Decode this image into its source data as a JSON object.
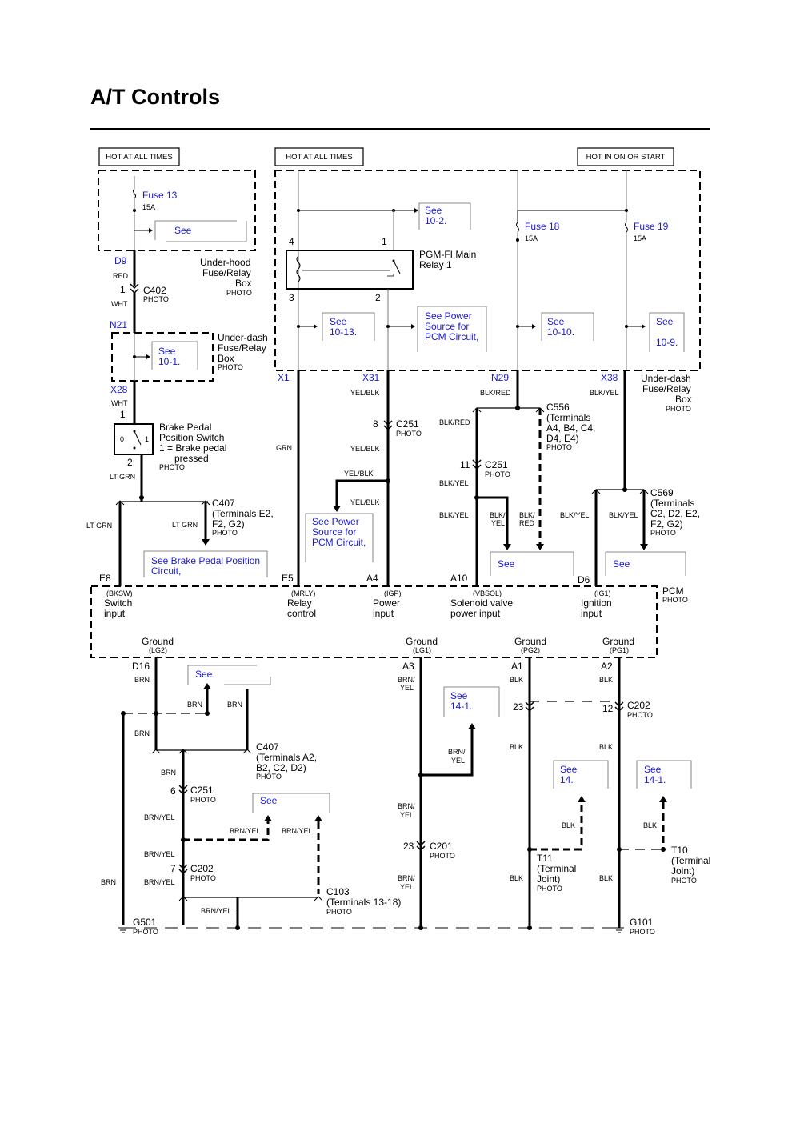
{
  "title": "A/T Controls",
  "hot_labels": {
    "left": "HOT AT ALL TIMES",
    "mid": "HOT AT ALL TIMES",
    "right": "HOT IN ON OR START"
  },
  "photo": "PHOTO",
  "fuses": {
    "f13": {
      "name": "Fuse 13",
      "amp": "15A"
    },
    "f18": {
      "name": "Fuse 18",
      "amp": "15A"
    },
    "f19": {
      "name": "Fuse 19",
      "amp": "15A"
    }
  },
  "refs": {
    "see": "See",
    "see_10_2": [
      "See",
      "10-2."
    ],
    "see_10_1": [
      "See",
      "10-1."
    ],
    "see_10_13": [
      "See",
      "10-13."
    ],
    "see_ps_top": [
      "See Power",
      "Source for",
      "PCM Circuit,"
    ],
    "see_10_10": [
      "See",
      "10-10."
    ],
    "see_10_9": [
      "See",
      "10-9."
    ],
    "see_ps_mid": [
      "See Power",
      "Source for",
      "PCM Circuit,"
    ],
    "see_bpp": [
      "See Brake Pedal Position",
      "Circuit,"
    ],
    "see_14_1_mid": [
      "See",
      "14-1."
    ],
    "see_14": [
      "See",
      "14."
    ],
    "see_14_1_right": [
      "See",
      "14-1."
    ]
  },
  "boxes": {
    "underhood": [
      "Under-hood",
      "Fuse/Relay",
      "Box"
    ],
    "underdash_left": [
      "Under-dash",
      "Fuse/Relay",
      "Box"
    ],
    "underdash_right": [
      "Under-dash",
      "Fuse/Relay",
      "Box"
    ],
    "relay": [
      "PGM-FI Main",
      "Relay 1"
    ],
    "brake_switch": [
      "Brake Pedal",
      "Position Switch",
      "1 = Brake pedal",
      "pressed"
    ],
    "pcm": "PCM"
  },
  "terminals": {
    "d9": "D9",
    "n21": "N21",
    "x28": "X28",
    "x1": "X1",
    "x31": "X31",
    "n29": "N29",
    "x38": "X38",
    "e8": "E8",
    "e5": "E5",
    "a4": "A4",
    "a10": "A10",
    "d6": "D6",
    "d16": "D16",
    "a3": "A3",
    "a1": "A1",
    "a2": "A2",
    "r4": "4",
    "r1": "1",
    "r3": "3",
    "r2": "2",
    "c402_1": "1",
    "sw_1": "1",
    "sw_2": "2",
    "c251_8": "8",
    "c251_11": "11",
    "c251_6": "6",
    "c202_7": "7",
    "c201_23": "23",
    "c202_23": "23",
    "c202_12": "12",
    "sw_0": "0",
    "sw_1b": "1"
  },
  "connectors": {
    "c402": "C402",
    "c251": "C251",
    "c556": [
      "C556",
      "(Terminals",
      "A4, B4, C4,",
      "D4, E4)"
    ],
    "c407_top": [
      "C407",
      "(Terminals E2,",
      "F2, G2)"
    ],
    "c569": [
      "C569",
      "(Terminals",
      "C2, D2, E2,",
      "F2, G2)"
    ],
    "c407_bot": [
      "C407",
      "(Terminals A2,",
      "B2, C2, D2)"
    ],
    "c202": "C202",
    "c201": "C201",
    "c103": [
      "C103",
      "(Terminals 13-18)"
    ],
    "t11": [
      "T11",
      "(Terminal",
      "Joint)"
    ],
    "t10": [
      "T10",
      "(Terminal",
      "Joint)"
    ],
    "g501": "G501",
    "g101": "G101"
  },
  "wires": {
    "red": "RED",
    "wht": "WHT",
    "grn": "GRN",
    "yel_blk": "YEL/BLK",
    "blk_red": "BLK/RED",
    "blk_yel": "BLK/YEL",
    "lt_grn": "LT GRN",
    "blk_yel_split": [
      "BLK/",
      "YEL"
    ],
    "blk_red_split": [
      "BLK/",
      "RED"
    ],
    "brn": "BRN",
    "brn_yel": "BRN/YEL",
    "brn_yel_split": [
      "BRN/",
      "YEL"
    ],
    "blk": "BLK"
  },
  "pcm_inputs": [
    {
      "code": "(BKSW)",
      "lines": [
        "Switch",
        "input"
      ]
    },
    {
      "code": "(MRLY)",
      "lines": [
        "Relay",
        "control"
      ]
    },
    {
      "code": "(IGP)",
      "lines": [
        "Power",
        "input"
      ]
    },
    {
      "code": "(VBSOL)",
      "lines": [
        "Solenoid valve",
        "power input"
      ]
    },
    {
      "code": "(IG1)",
      "lines": [
        "Ignition",
        "input"
      ]
    }
  ],
  "grounds": [
    {
      "label": "Ground",
      "code": "(LG2)"
    },
    {
      "label": "Ground",
      "code": "(LG1)"
    },
    {
      "label": "Ground",
      "code": "(PG2)"
    },
    {
      "label": "Ground",
      "code": "(PG1)"
    }
  ]
}
